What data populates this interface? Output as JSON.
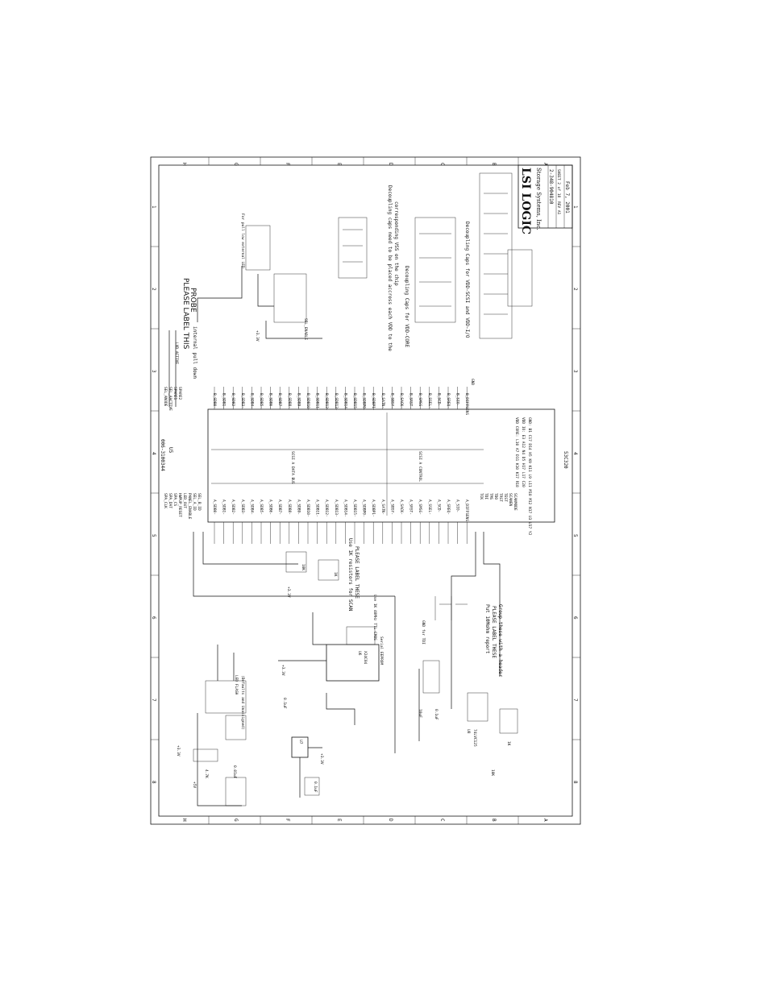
{
  "title_block": {
    "company": "LSI LOGIC",
    "company_sub": "Storage Systems, Inc.",
    "doc_number": "2-348-904810",
    "sheet": "SHEET 2 of 18",
    "rev": "REV A1",
    "date": "Feb 7, 2001"
  },
  "border": {
    "rows_top": [
      "H",
      "G",
      "F",
      "E",
      "D",
      "C",
      "B",
      "A"
    ],
    "rows_bottom": [
      "H",
      "G",
      "F",
      "E",
      "D",
      "C",
      "B",
      "A"
    ],
    "cols_left": [
      "1",
      "2",
      "3",
      "4",
      "5",
      "6",
      "7",
      "8"
    ],
    "cols_right": [
      "1",
      "2",
      "3",
      "4",
      "5",
      "6",
      "7",
      "8"
    ]
  },
  "chip": {
    "part_number": "006-3100344",
    "ref": "U5",
    "name": "53C320",
    "group_top": "SCSI A DATA BUS",
    "group_bottom": "SCSI A CONTROL",
    "pwr_pins": "VDD CORE: L10 A7 D11 K10 K17 R18",
    "pwr_pins2": "VDD IO: E3 A12 N4 D5 H17 L17 C20",
    "gnd_pins": "GND: B1 C17 D14 H5 K9 K11 L9 L11 M10 M12 N17 U3 U17 Y2",
    "left_pins": [
      "SPA_CLK",
      "SPA_DAT",
      "SPA_CS",
      "HWPUP_RESET",
      "LED_OUT",
      "PANEL_ENABLE",
      "SEL_A_ID",
      "SEL_B_ID"
    ],
    "right_pins": [
      "SEL_ANODE",
      "SEL_AACTIVE",
      "SPARE1",
      "SPARE2"
    ],
    "bottom_pins": [
      "TCK",
      "TDI",
      "TMS",
      "TDO",
      "TRST",
      "TEST",
      "SCANEN",
      "SCANMODE"
    ]
  },
  "signals_left": [
    "A_SDB0-",
    "A_SDB1-",
    "A_SDB2-",
    "A_SDB3-",
    "A_SDB4-",
    "A_SDB5-",
    "A_SDB6-",
    "A_SDB7-",
    "A_SDB8-",
    "A_SDB9-",
    "A_SDB10-",
    "A_SDB11-",
    "A_SDB12-",
    "A_SDB13-",
    "A_SDB14-",
    "A_SDB15-",
    "A_SDBP0-",
    "A_SDBP1-",
    "A_SATN-",
    "A_SBSY-",
    "A_SACK-",
    "A_SRST-",
    "A_SMSG-",
    "A_SSEL-",
    "A_SCD-",
    "A_SREQ-",
    "A_SIO-",
    "A_DIFFSENS"
  ],
  "signals_right": [
    "B_SDB0-",
    "B_SDB1-",
    "B_SDB2-",
    "B_SDB3-",
    "B_SDB4-",
    "B_SDB5-",
    "B_SDB6-",
    "B_SDB7-",
    "B_SDB8-",
    "B_SDB9-",
    "B_SDB10-",
    "B_SDB11-",
    "B_SDB12-",
    "B_SDB13-",
    "B_SDB14-",
    "B_SDB15-",
    "B_SDBP0-",
    "B_SDBP1-",
    "B_SATN-",
    "B_SBSY-",
    "B_SACK-",
    "B_SRST-",
    "B_SMSG-",
    "B_SSEL-",
    "B_SCD-",
    "B_SREQ-",
    "B_SIO-",
    "B_DIFFSENS"
  ],
  "notes": {
    "label_tp": "PLEASE LABEL THIS",
    "label_probe": "PROBE",
    "internal_pull": "internal pull down",
    "lvd_active": "LVD ACTIVE",
    "for_pull": "For pull low external LED",
    "sel_note": "SEL_ENABLE",
    "decoupling1": "Decoupling caps need to be placed accross each VDD to the",
    "decoupling1b": "corresponding VSS on the chip",
    "decoupling2": "Decoupling Caps for VDD-CORE",
    "decoupling3": "Decoupling Caps for VDD-SCSI and VDD-I/O",
    "use_res": "Use 1K resistors for SCAN",
    "please_label": "PLEASE LABEL THESE",
    "put_header": "Put 10Mohm report",
    "please_label2": "PLEASE LABEL THESE",
    "group_header": "Group these with a header",
    "serial_eeprom": "Serial EEPROM",
    "use_mem": "Use 1K 40MHz TTL CMOS",
    "gnd_for_tdi": "GND for TDI",
    "led_note": "LED FLASH",
    "leds_note": "(Defaults and Unassigned)",
    "v33": "+3.3V",
    "v5": "+5V",
    "gnd": "GND"
  },
  "parts": {
    "u6": "U6",
    "u6_part": "X24C04",
    "u7": "U7",
    "u8": "U8",
    "u8_part": "74LVC125",
    "r_vals": [
      "10K",
      "1K",
      "4.7K",
      "10K",
      "1K"
    ],
    "c_vals": [
      "0.1uF",
      "0.1uF",
      "0.01uF",
      "10uF",
      "0.1uF"
    ]
  }
}
